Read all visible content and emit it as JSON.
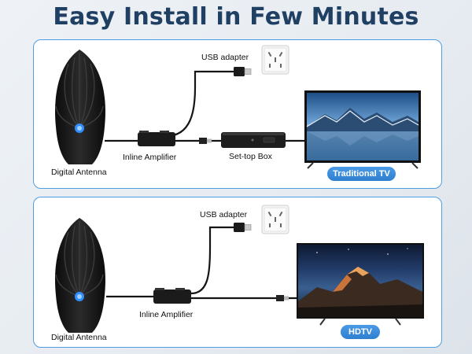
{
  "title": "Easy Install in Few Minutes",
  "colors": {
    "title": "#1f3f63",
    "panel_border": "#4f9fe0",
    "badge": "#3a8be0",
    "antenna": "#1a1a1a",
    "antenna_light": "#2f8fff"
  },
  "panel_top": {
    "usb_label": "USB adapter",
    "antenna_label": "Digital Antenna",
    "amplifier_label": "Inline Amplifier",
    "settop_label": "Set-top Box",
    "tv_badge": "Traditional TV"
  },
  "panel_bottom": {
    "usb_label": "USB adapter",
    "antenna_label": "Digital Antenna",
    "amplifier_label": "Inline Amplifier",
    "tv_badge": "HDTV"
  },
  "icons": [
    "digital-antenna-icon",
    "inline-amplifier-icon",
    "wall-outlet-icon",
    "usb-plug-icon",
    "coax-plug-icon",
    "set-top-box-icon",
    "tv-icon"
  ]
}
